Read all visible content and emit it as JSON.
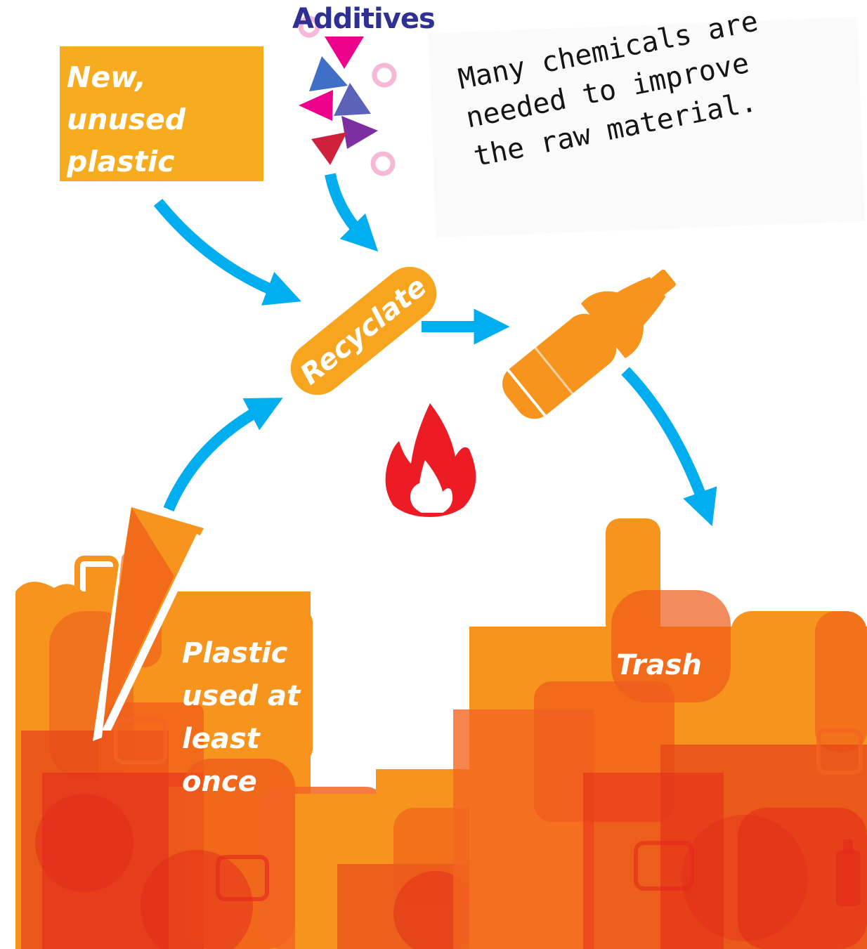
{
  "labels": {
    "additives": "Additives",
    "new_plastic": "New, unused plastic",
    "note": "Many chemicals are\nneeded to improve\nthe raw material.",
    "recyclate": "Recyclate",
    "plastic_used": "Plastic used at least once",
    "trash": "Trash"
  },
  "colors": {
    "arrow": "#00aeef",
    "orange_light": "#f7941d",
    "orange_mid": "#f26522",
    "red": "#e3261c",
    "box": "#f7ab1e",
    "additives_text": "#2e3192",
    "flame": "#ed1c24"
  },
  "icons": [
    "flame-icon",
    "bottle-icon",
    "additive-triangles",
    "arrow-icon"
  ]
}
